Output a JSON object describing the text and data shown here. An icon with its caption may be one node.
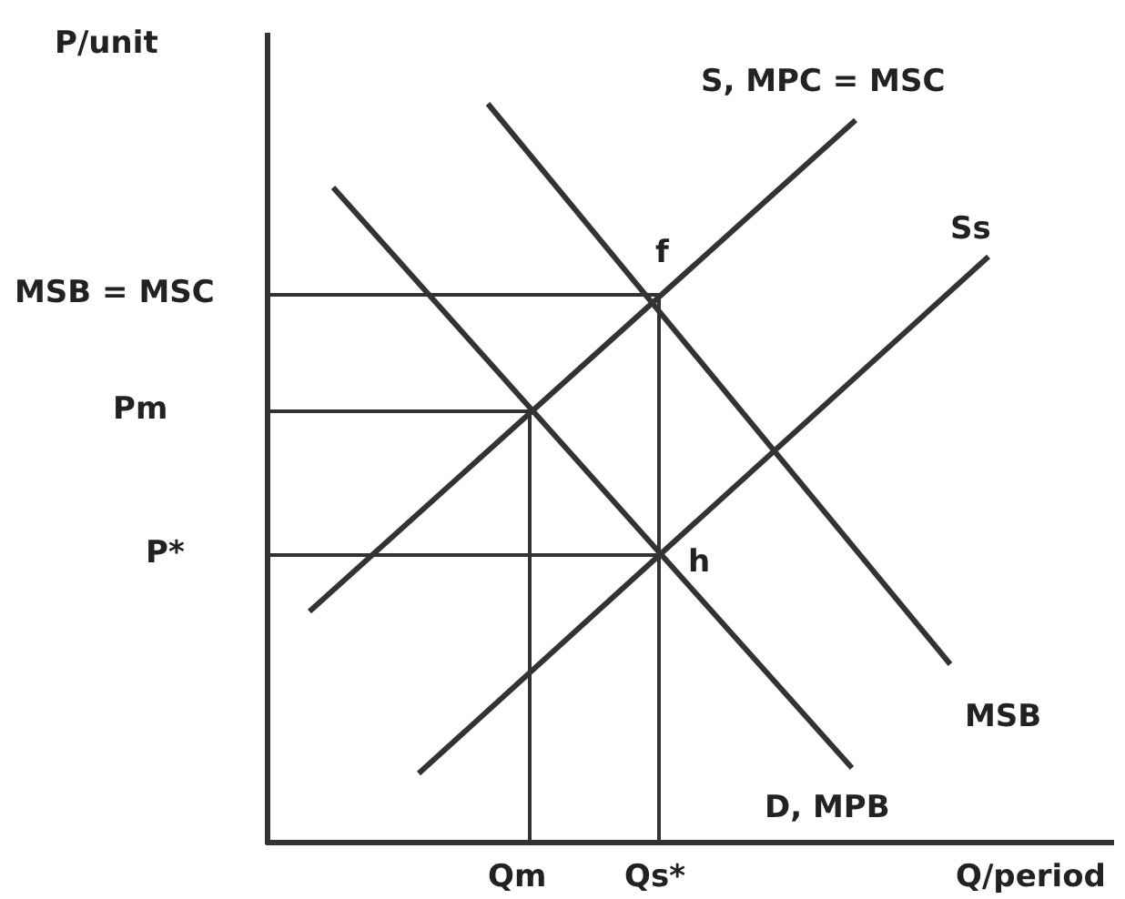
{
  "diagram": {
    "labels": [
      "P/unit",
      "S, MPC = MSC",
      "Ss",
      "f",
      "MSB = MSC",
      "Pm",
      "h",
      "P*",
      "MSB",
      "D, MPB",
      "Qm",
      "Qs*",
      "Q/period"
    ]
  }
}
